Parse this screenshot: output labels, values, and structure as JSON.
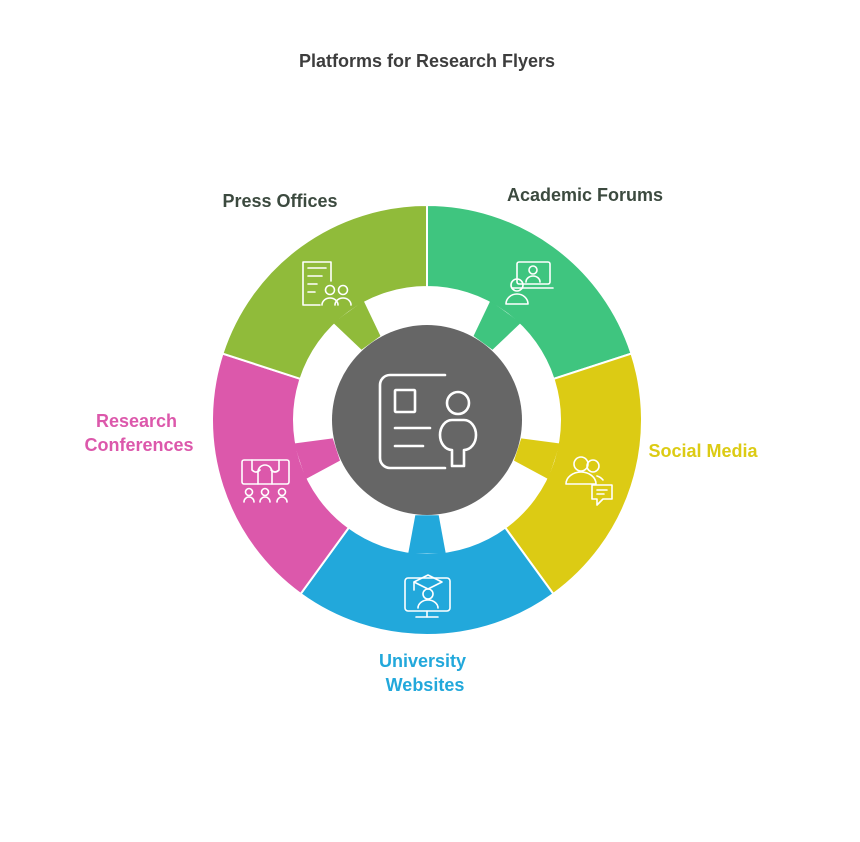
{
  "title": "Platforms for Research Flyers",
  "center": {
    "icon": "research-flyer-icon",
    "color": "#666666"
  },
  "segments": [
    {
      "id": "academic-forums",
      "label_lines": [
        "Academic Forums"
      ],
      "color": "#3fc57f",
      "icon": "online-lecture-icon"
    },
    {
      "id": "social-media",
      "label_lines": [
        "Social Media"
      ],
      "color": "#dccb14",
      "icon": "users-chat-icon"
    },
    {
      "id": "university-websites",
      "label_lines": [
        "University",
        "Websites"
      ],
      "color": "#22a8db",
      "icon": "graduate-monitor-icon"
    },
    {
      "id": "research-conferences",
      "label_lines": [
        "Research",
        "Conferences"
      ],
      "color": "#dc58ab",
      "icon": "conference-stage-icon"
    },
    {
      "id": "press-offices",
      "label_lines": [
        "Press Offices"
      ],
      "color": "#90bb3a",
      "icon": "press-document-icon"
    }
  ],
  "label_colors": {
    "academic-forums": "#3c4a3f",
    "social-media": "#dccb14",
    "university-websites": "#22a8db",
    "research-conferences": "#dc58ab",
    "press-offices": "#3c4a3f"
  }
}
